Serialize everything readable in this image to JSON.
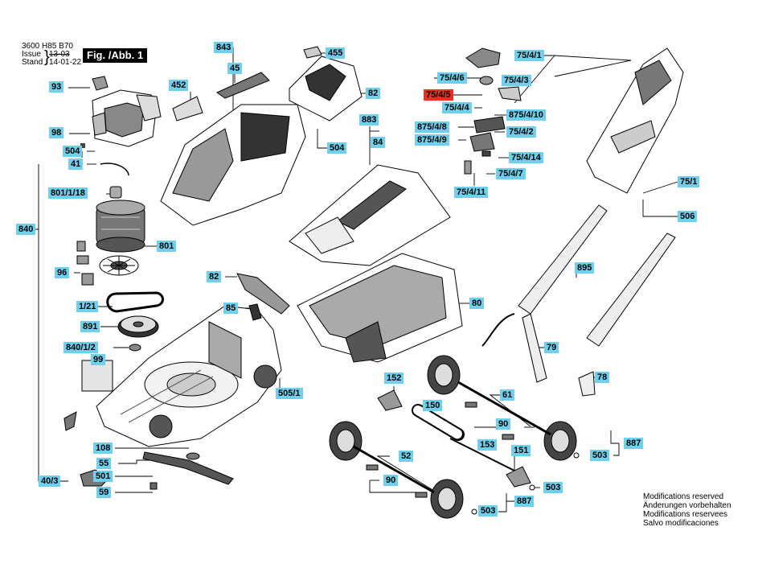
{
  "header": {
    "doc_number": "3600 H85 B70",
    "issue_label": "Issue",
    "issue_code": "13-03",
    "stand_label": "Stand",
    "stand_code": "14-01-22",
    "fig_label": "Fig. /Abb. 1"
  },
  "notes": [
    "Modifications reserved",
    "Änderungen vorbehalten",
    "Modifications reservees",
    "Salvo modificaciones"
  ],
  "labels": {
    "l93": "93",
    "l98": "98",
    "l504a": "504",
    "l41": "41",
    "l801_1_18": "801/1/18",
    "l840": "840",
    "l801": "801",
    "l96": "96",
    "l1_21": "1/21",
    "l891": "891",
    "l840_1_2": "840/1/2",
    "l99": "99",
    "l40_3": "40/3",
    "l108": "108",
    "l55": "55",
    "l501": "501",
    "l59": "59",
    "l843": "843",
    "l45": "45",
    "l452": "452",
    "l455": "455",
    "l82a": "82",
    "l504b": "504",
    "l883": "883",
    "l84": "84",
    "l82b": "82",
    "l85": "85",
    "l80": "80",
    "l505_1": "505/1",
    "l152": "152",
    "l150": "150",
    "l61": "61",
    "l90a": "90",
    "l153": "153",
    "l151": "151",
    "l887a": "887",
    "l503a": "503",
    "l52": "52",
    "l90b": "90",
    "l503b": "503",
    "l887b": "887",
    "l503c": "503",
    "l75_4_1": "75/4/1",
    "l75_4_6": "75/4/6",
    "l75_4_3": "75/4/3",
    "l75_4_5": "75/4/5",
    "l75_4_4": "75/4/4",
    "l875_4_10": "875/4/10",
    "l875_4_8": "875/4/8",
    "l75_4_2": "75/4/2",
    "l875_4_9": "875/4/9",
    "l75_4_14": "75/4/14",
    "l75_4_7": "75/4/7",
    "l75_4_11": "75/4/11",
    "l75_1": "75/1",
    "l506": "506",
    "l895": "895",
    "l79": "79",
    "l78": "78"
  },
  "colors": {
    "label_bg": "#6fd0ee",
    "highlight_bg": "#e8321e",
    "line": "#000000"
  }
}
